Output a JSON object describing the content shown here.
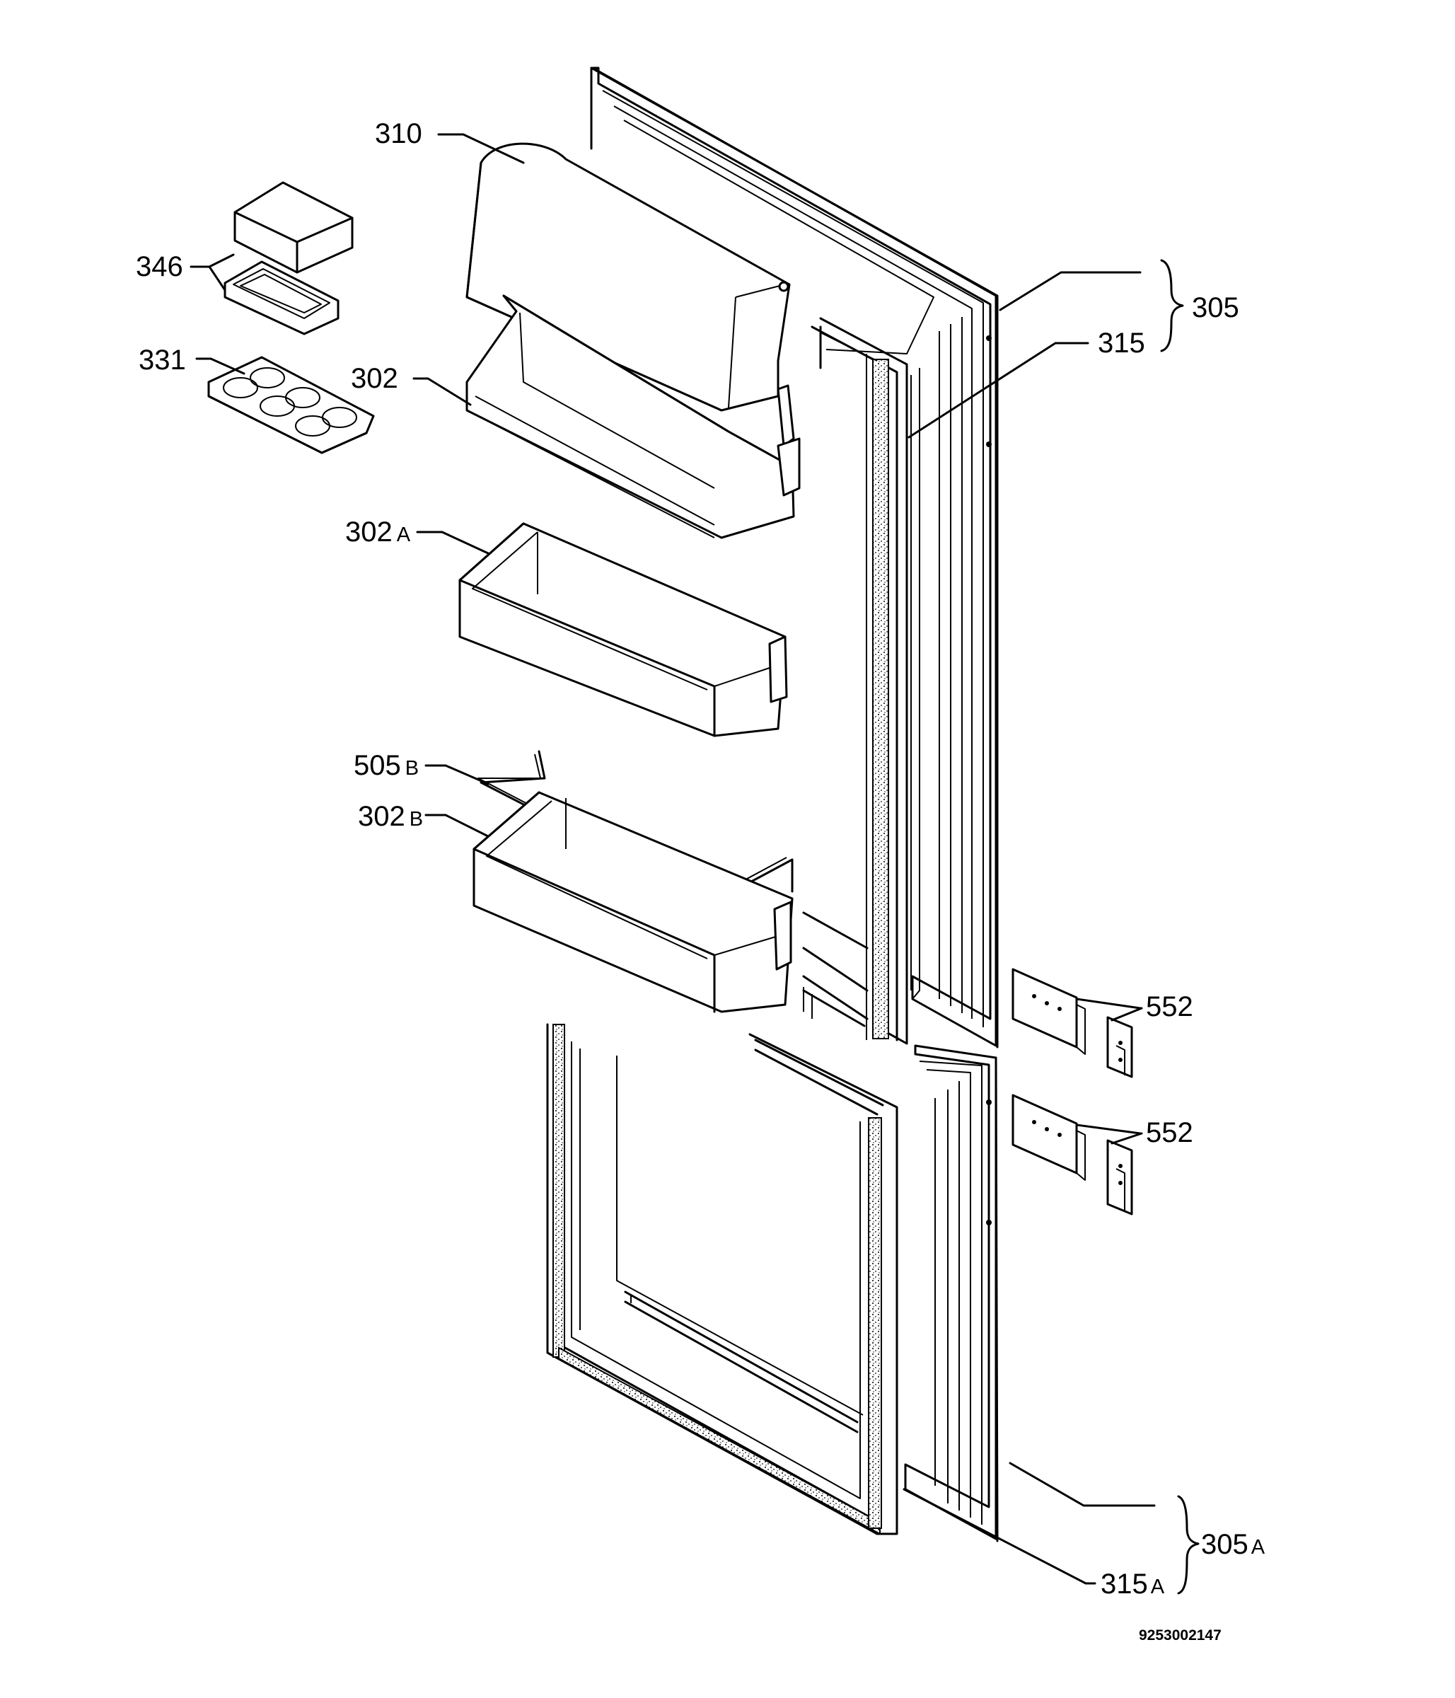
{
  "diagram": {
    "labels": {
      "l310": "310",
      "l346": "346",
      "l331": "331",
      "l302": "302",
      "l302a": "302",
      "l302a_suffix": "A",
      "l505b": "505",
      "l505b_suffix": "B",
      "l302b": "302",
      "l302b_suffix": "B",
      "l305": "305",
      "l315": "315",
      "l552_upper": "552",
      "l552_lower": "552",
      "l305a": "305",
      "l305a_suffix": "A",
      "l315a": "315",
      "l315a_suffix": "A"
    },
    "document_number": "9253002147"
  }
}
